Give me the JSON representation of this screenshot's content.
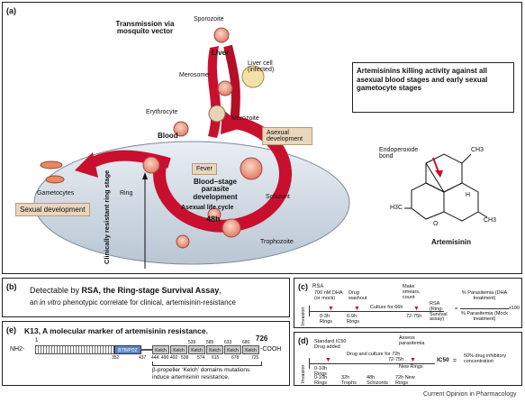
{
  "panel_a": {
    "label": "(a)",
    "transmission_title": "Transmission via mosquito vector",
    "stages": {
      "sporozoite": "Sporozoite",
      "liver": "Liver",
      "merosome": "Merosome",
      "liver_cell": "Liver cell (infected)",
      "erythrocyte": "Erythrocyte",
      "merozoite": "Merozoite",
      "blood": "Blood",
      "asexual_development": "Asexual development",
      "gametocytes": "Gametocytes",
      "ring": "Ring",
      "sexual_development": "Sexual development",
      "fever": "Fever",
      "schizont": "Schizont",
      "trophozoite": "Trophozoite",
      "clinically_resistant": "Clinically resistant ring stage"
    },
    "center_title": "Blood–stage parasite development",
    "center_sub": "Asexual life cycle",
    "center_hours": "48h",
    "killing_activity": "Artemisinins killing activity against all asexual blood stages and early sexual gametocyte stages",
    "endoperoxide_label": "Endoperoxide bond",
    "artemisinin_label": "Artemisinin",
    "chem": {
      "ch3": "CH3",
      "h3c": "H3C",
      "h": "H",
      "o": "O"
    }
  },
  "panel_b": {
    "label": "(b)",
    "prefix": "Detectable by ",
    "rsa": "RSA, the Ring-stage Survival Assay",
    "line1_end": ",",
    "line2_pre": "an ",
    "in_vitro": "in vitro",
    "line2_rest": " phenotypic correlate for clinical, artemisinin-resistance"
  },
  "panel_c": {
    "label": "(c)",
    "title": "RSA",
    "invasion": "Invasion",
    "dha": "700 nM DHA (or mock)",
    "drug_washout": "Drug washout",
    "make_smears": "Make smears, count",
    "rings_0_3": "0-3h Rings",
    "rings_6_9": "6-9h Rings",
    "culture": "Culture for 66h",
    "h72_75": "72-75h",
    "rsa_survival": "RSA (Ring-Survival assay)",
    "pct_dha": "% Parasitemia (DHA treatment)",
    "pct_mock": "% Parasitemia (Mock treatment)",
    "x100": "x100",
    "equals": "="
  },
  "panel_d": {
    "label": "(d)",
    "standard": "Standard IC50 Drug added",
    "assess": "Assess parasitemia",
    "invasion": "Invasion",
    "drug_culture": "Drug and culture for 72h",
    "h72_75": "72-75h",
    "new_rings": "New Rings",
    "rings_0_10": "0-10h Rings",
    "rings_0_10b": "0-10h Rings",
    "trophs": "32h Trophs",
    "schizonts": "48h Schizonts",
    "new_rings2": "72h New Rings",
    "ic50": "IC50",
    "equals": "=",
    "ic50_def": "50% drug inhibitory concentration"
  },
  "panel_e": {
    "label": "(e)",
    "title": "K13, A molecular marker of artemisinin resistance.",
    "start": "1",
    "end": "726",
    "nh2": "NH2-",
    "cooh": "-COOH",
    "btb": "BTB/POZ",
    "kelch": "Kelch",
    "nums_bottom": [
      "352",
      "437",
      "444",
      "490",
      "492",
      "538",
      "574",
      "615",
      "678",
      "725"
    ],
    "nums_top": [
      "539",
      "585",
      "633",
      "680"
    ],
    "note1": "β-propeller ‘Kelch’ domains mutations",
    "note2": "induce artemisinin resistance."
  },
  "footer": "Current Opinion in Pharmacology"
}
